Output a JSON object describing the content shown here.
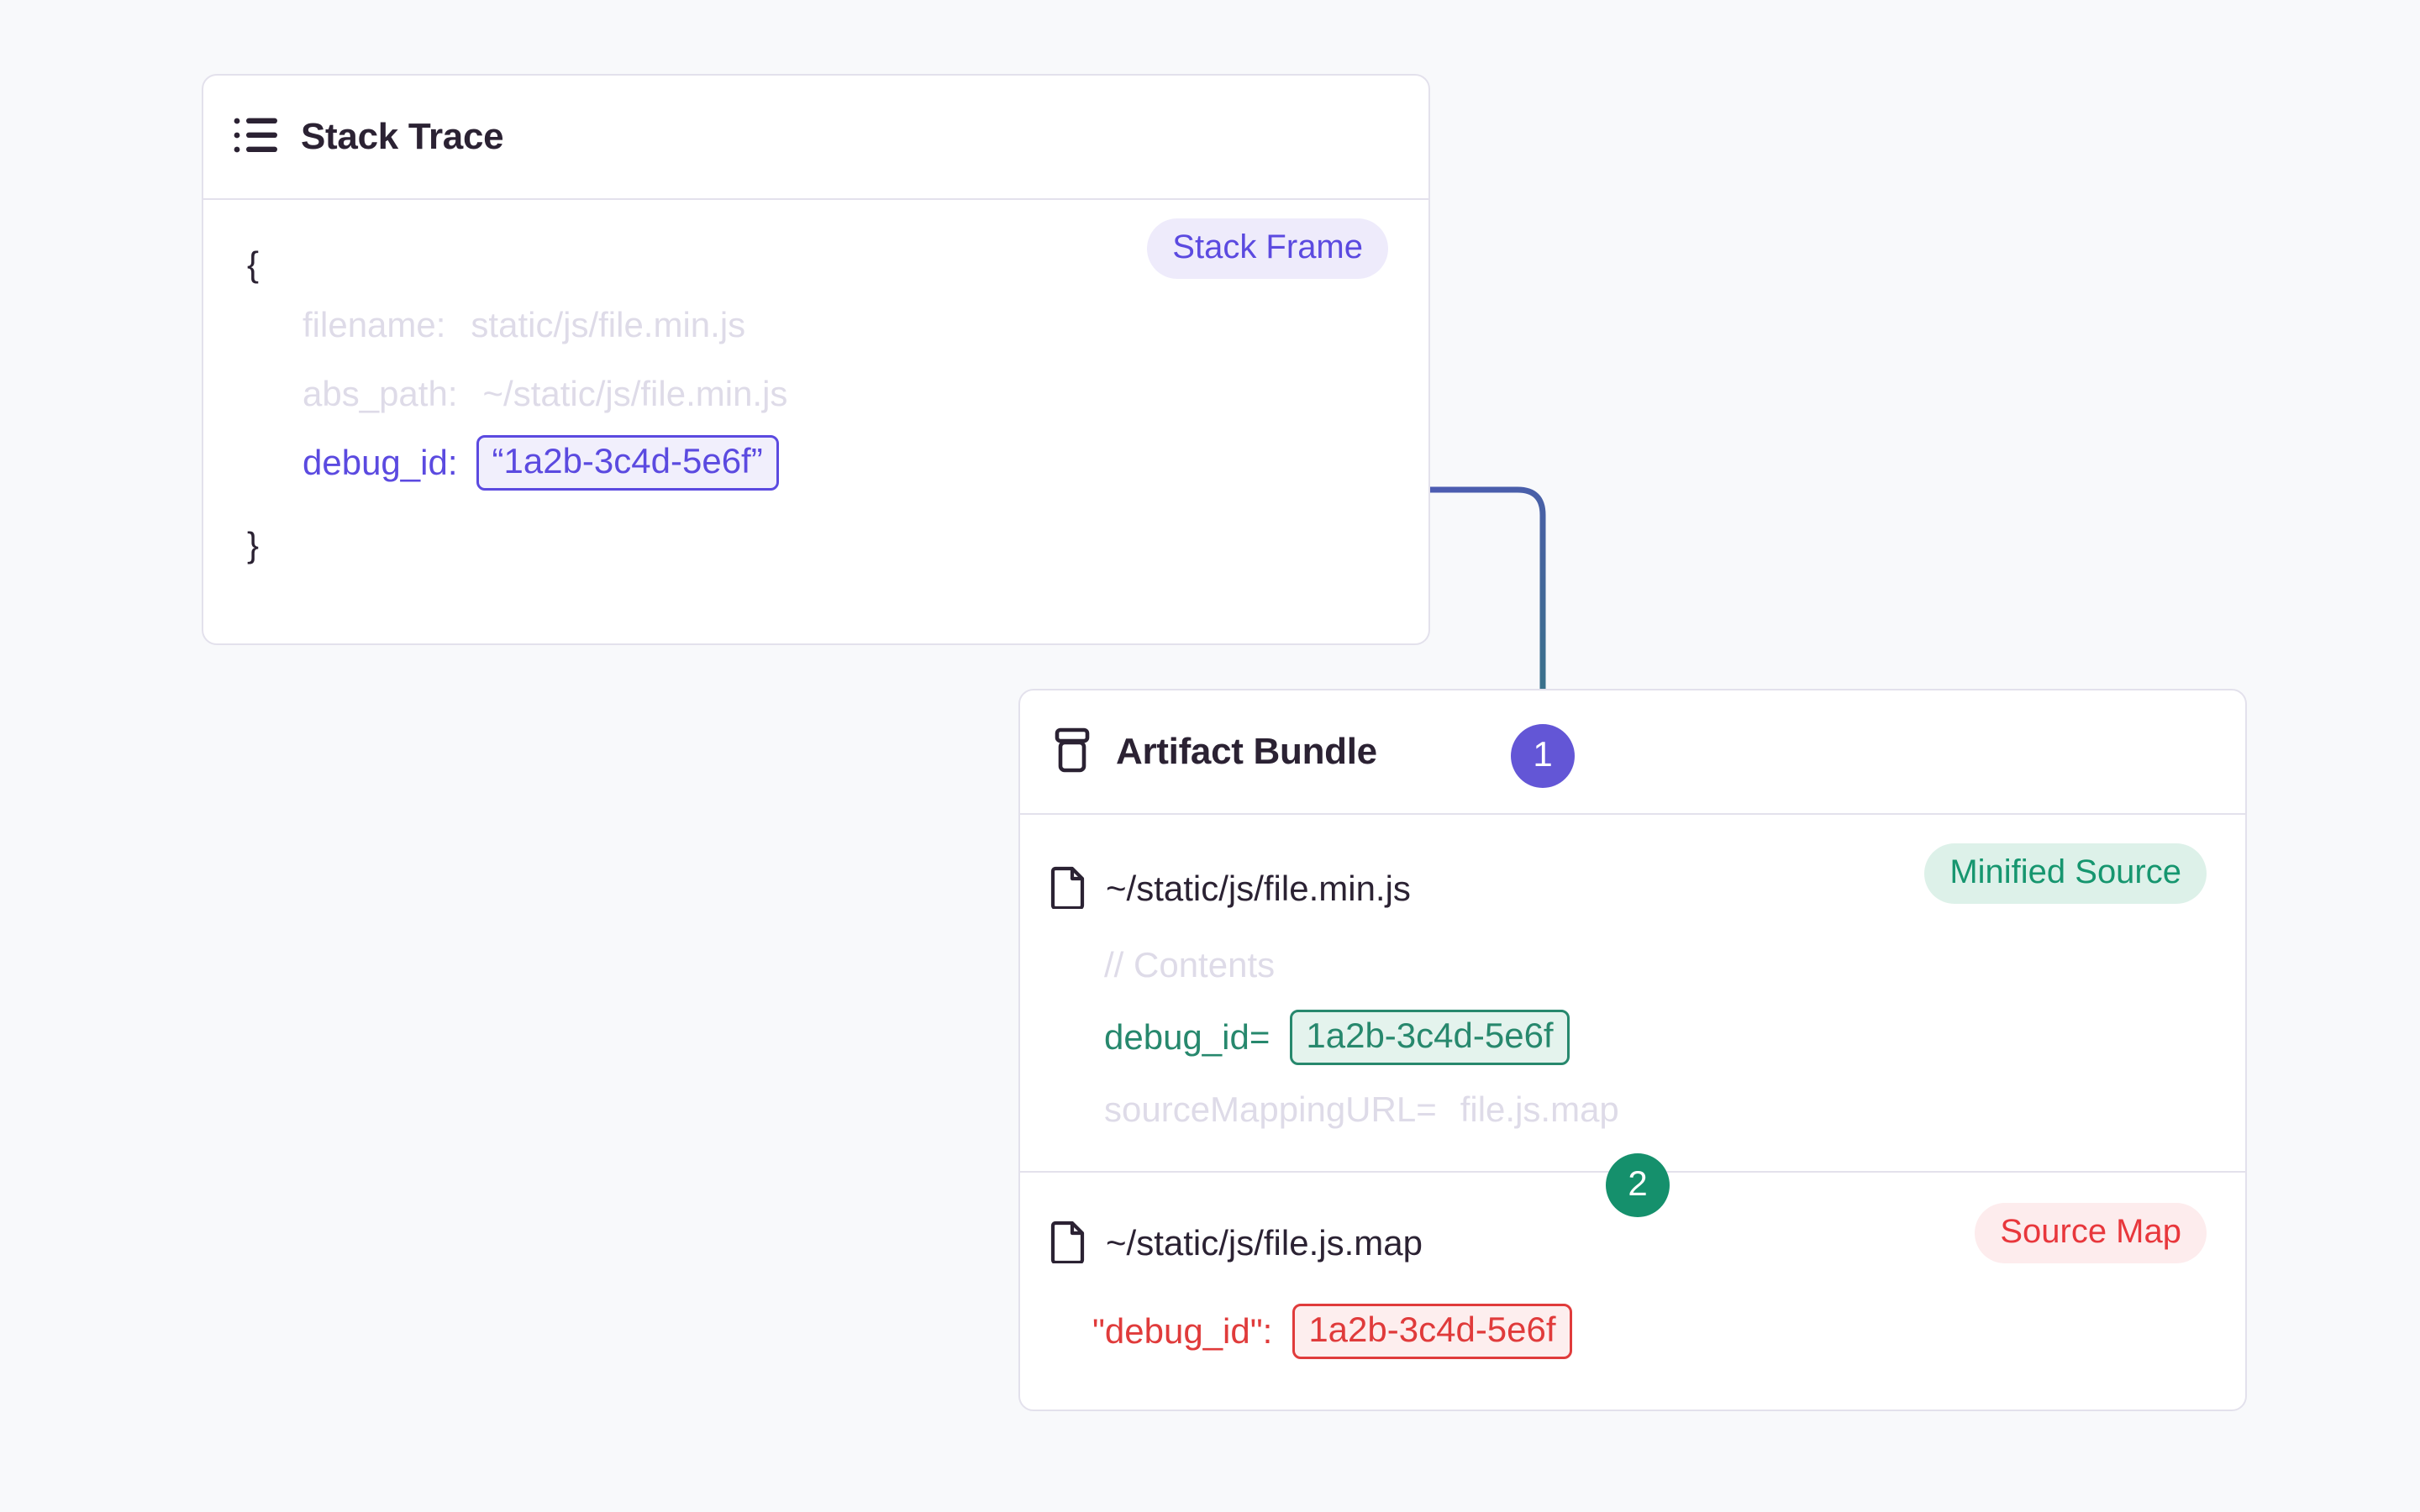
{
  "canvas": {
    "background": "#f8f9fb"
  },
  "stack_trace_card": {
    "title": "Stack Trace",
    "icon": "list-icon",
    "badge": {
      "label": "Stack Frame",
      "text_color": "#5b4ae0",
      "background": "#eeebfb"
    },
    "lines": {
      "open_brace": "{",
      "close_brace": "}",
      "filename_key": "filename:",
      "filename_value": "static/js/file.min.js",
      "abs_path_key": "abs_path:",
      "abs_path_value": "~/static/js/file.min.js",
      "debug_id_key": "debug_id:",
      "debug_id_value": "“1a2b-3c4d-5e6f”"
    }
  },
  "artifact_card": {
    "title": "Artifact Bundle",
    "icon": "package-icon",
    "minified_source": {
      "file_icon": "file-icon",
      "file_name": "~/static/js/file.min.js",
      "badge": {
        "label": "Minified Source",
        "text_color": "#16966f",
        "background": "#ddf1e9"
      },
      "comment": "// Contents",
      "debug_id_key": "debug_id=",
      "debug_id_value": "1a2b-3c4d-5e6f",
      "source_mapping_key": "sourceMappingURL=",
      "source_mapping_value": "file.js.map"
    },
    "source_map": {
      "file_icon": "file-icon",
      "file_name": "~/static/js/file.js.map",
      "badge": {
        "label": "Source Map",
        "text_color": "#e8373c",
        "background": "#fdeced"
      },
      "debug_id_key": "\"debug_id\":",
      "debug_id_value": "1a2b-3c4d-5e6f"
    }
  },
  "steps": [
    {
      "number": "1",
      "color": "#6356d6"
    },
    {
      "number": "2",
      "color": "#15906c"
    }
  ],
  "connectors": {
    "link_1": {
      "from_color": "#5b4ae0",
      "to_color": "#27886d"
    },
    "link_2": {
      "from_color": "#27886d",
      "to_color": "#e03b3b"
    }
  }
}
